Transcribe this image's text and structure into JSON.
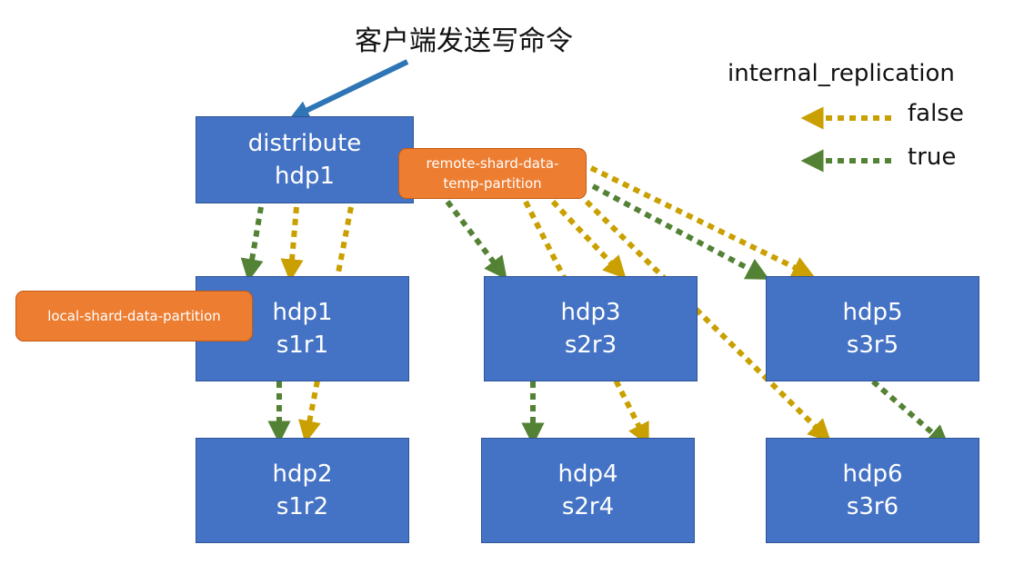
{
  "title": "客户端发送写命令",
  "legend": {
    "heading": "internal_replication",
    "false_label": "false",
    "true_label": "true"
  },
  "colors": {
    "node_fill": "#4472c4",
    "node_border": "#2f5597",
    "tag_fill": "#ed7d31",
    "false_arrow": "#c9a000",
    "true_arrow": "#548235",
    "client_arrow": "#2e75b6"
  },
  "nodes": {
    "distribute": {
      "line1": "distribute",
      "line2": "hdp1"
    },
    "hdp1": {
      "line1": "hdp1",
      "line2": "s1r1"
    },
    "hdp2": {
      "line1": "hdp2",
      "line2": "s1r2"
    },
    "hdp3": {
      "line1": "hdp3",
      "line2": "s2r3"
    },
    "hdp4": {
      "line1": "hdp4",
      "line2": "s2r4"
    },
    "hdp5": {
      "line1": "hdp5",
      "line2": "s3r5"
    },
    "hdp6": {
      "line1": "hdp6",
      "line2": "s3r6"
    }
  },
  "tags": {
    "remote": {
      "line1": "remote-shard-data-",
      "line2": "temp-partition"
    },
    "local": {
      "line1": "local-shard-data-partition"
    }
  }
}
